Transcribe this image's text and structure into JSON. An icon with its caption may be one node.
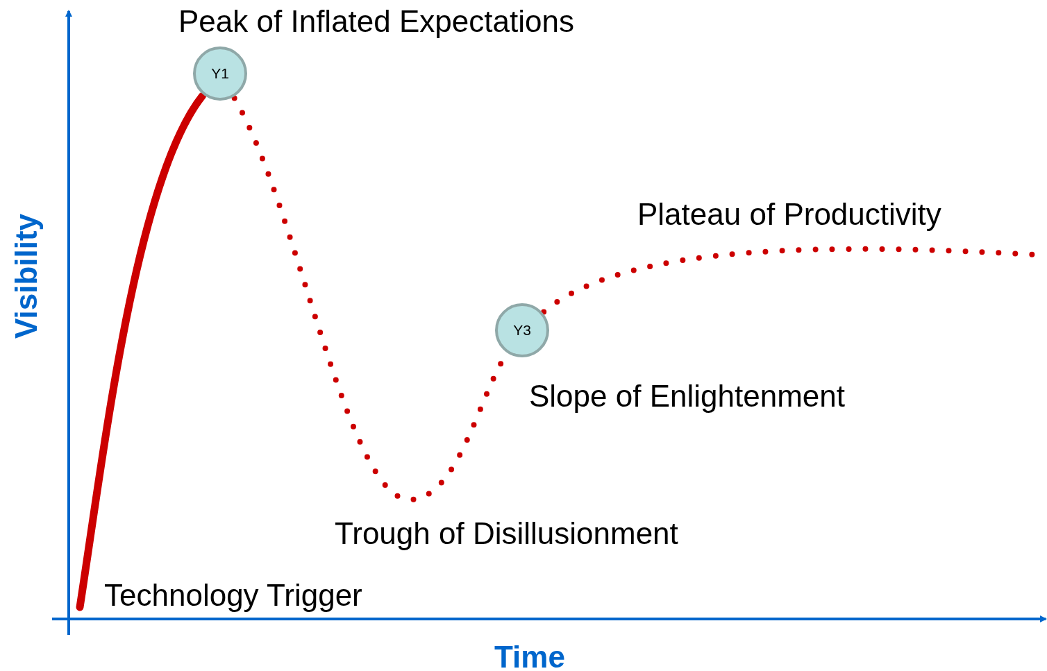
{
  "diagram": {
    "nodes": [
      {
        "text": [
          "Y1"
        ]
      },
      {
        "text": [
          "Y3"
        ]
      }
    ],
    "edges": [
      {
        "from": null,
        "to": 0,
        "arrow": "none"
      },
      {
        "from": 0,
        "to": 1,
        "arrow": "none",
        "style": "dashed"
      },
      {
        "from": 1,
        "to": null,
        "arrow": "none",
        "style": "dashed"
      }
    ],
    "labels": [
      "Peak of Inflated Expectations",
      "Plateau of Productivity",
      "Visibility",
      "Slope of Enlightenment",
      "Trough of Disillusionment",
      "Technology Trigger",
      "Time"
    ]
  }
}
